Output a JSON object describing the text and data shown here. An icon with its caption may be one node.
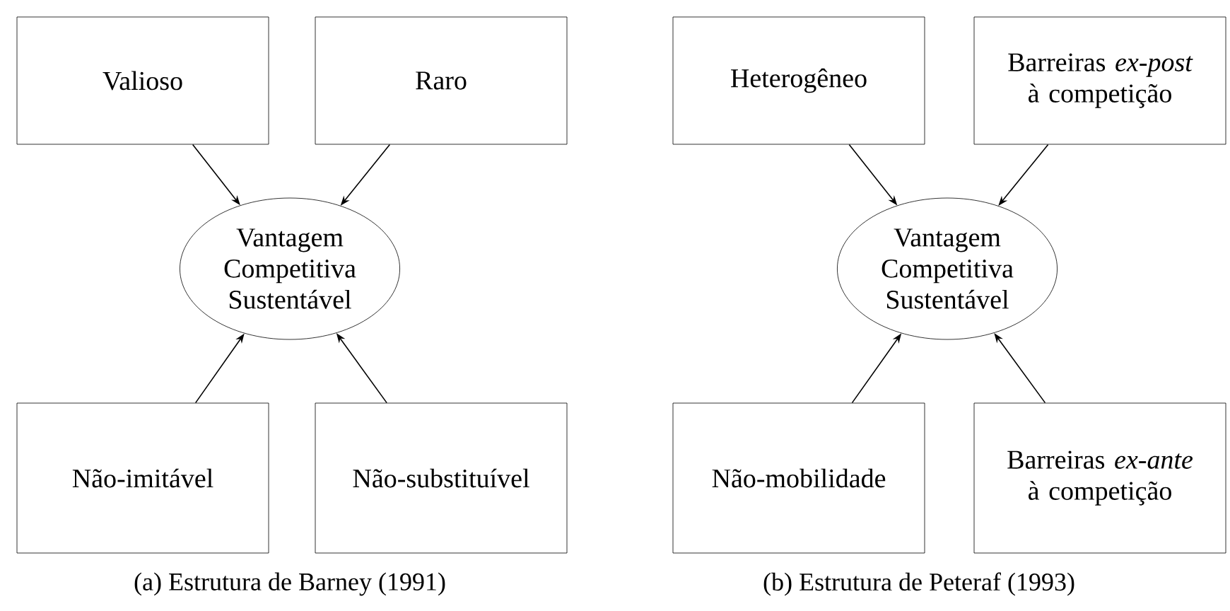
{
  "diagram": {
    "nodes": [
      {
        "text": [
          "Valioso"
        ]
      },
      {
        "text": [
          "Raro"
        ]
      },
      {
        "text": [
          "Vantagem Competitiva Sustentável"
        ]
      },
      {
        "text": [
          "Não-imitável"
        ]
      },
      {
        "text": [
          "Não-substituível"
        ]
      },
      {
        "text": [
          "Heterogêneo"
        ]
      },
      {
        "text": [
          "Barreiras *ex-post* à competição"
        ]
      },
      {
        "text": [
          "Vantagem Competitiva Sustentável"
        ]
      },
      {
        "text": [
          "Não-mobilidade"
        ]
      },
      {
        "text": [
          "Barreiras *ex-ante* à competição"
        ]
      }
    ],
    "edges": [
      {
        "from": 0,
        "to": 2,
        "arrow": "to"
      },
      {
        "from": 1,
        "to": 2,
        "arrow": "to"
      },
      {
        "from": 3,
        "to": 2,
        "arrow": "to"
      },
      {
        "from": 4,
        "to": 2,
        "arrow": "to"
      },
      {
        "from": 5,
        "to": 7,
        "arrow": "to"
      },
      {
        "from": 6,
        "to": 7,
        "arrow": "to"
      },
      {
        "from": 8,
        "to": 7,
        "arrow": "to"
      },
      {
        "from": 9,
        "to": 7,
        "arrow": "to"
      }
    ],
    "labels": [
      "(a) Estrutura de Barney (1991)",
      "(b) Estrutura de Peteraf (1993)"
    ]
  }
}
